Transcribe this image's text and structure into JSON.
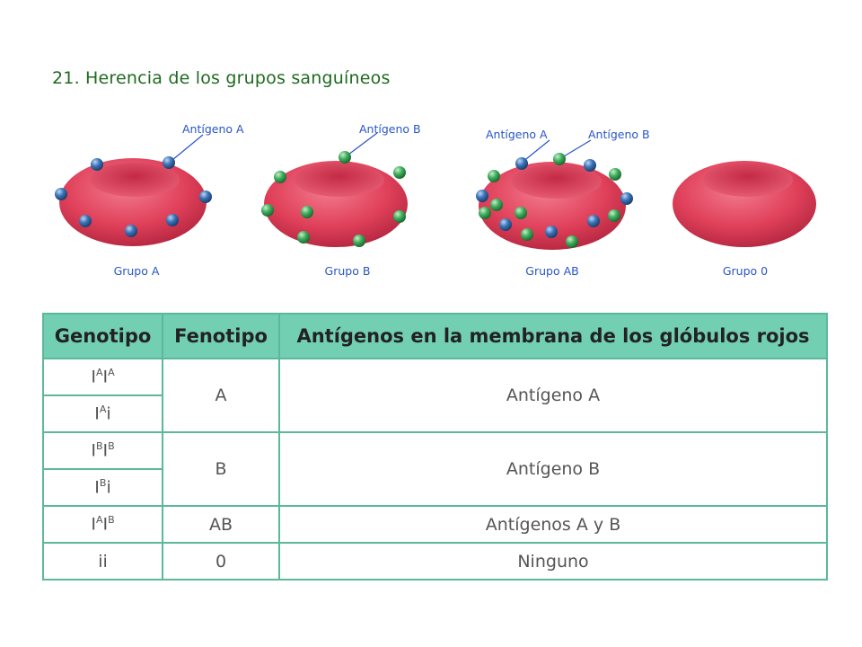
{
  "title": "21. Herencia de los grupos sanguíneos",
  "figure": {
    "antigen_labels": [
      "Antígeno  A",
      "Antígeno  B",
      "Antígeno  A",
      "Antígeno  B"
    ],
    "group_labels": [
      "Grupo A",
      "Grupo B",
      "Grupo AB",
      "Grupo 0"
    ],
    "colors": {
      "cell": "#e0405a",
      "antigen_a": "#3a74b8",
      "antigen_b": "#3fae5c",
      "label": "#2a55c8"
    }
  },
  "table": {
    "headers": [
      "Genotipo",
      "Fenotipo",
      "Antígenos en la membrana de los glóbulos rojos"
    ],
    "rows": [
      {
        "genotype_base": "I",
        "genotype_sup1": "A",
        "genotype_mid": "I",
        "genotype_sup2": "A",
        "genotype_tail": ""
      },
      {
        "genotype_base": "I",
        "genotype_sup1": "A",
        "genotype_mid": "i",
        "genotype_sup2": "",
        "genotype_tail": ""
      },
      {
        "genotype_base": "I",
        "genotype_sup1": "B",
        "genotype_mid": "I",
        "genotype_sup2": "B",
        "genotype_tail": ""
      },
      {
        "genotype_base": "I",
        "genotype_sup1": "B",
        "genotype_mid": "i",
        "genotype_sup2": "",
        "genotype_tail": ""
      },
      {
        "genotype_base": "I",
        "genotype_sup1": "A",
        "genotype_mid": "I",
        "genotype_sup2": "B",
        "genotype_tail": ""
      },
      {
        "genotype_base": "ii",
        "genotype_sup1": "",
        "genotype_mid": "",
        "genotype_sup2": "",
        "genotype_tail": ""
      }
    ],
    "phenotypes": [
      "A",
      "B",
      "AB",
      "0"
    ],
    "antigens": [
      "Antígeno A",
      "Antígeno B",
      "Antígenos A y B",
      "Ninguno"
    ]
  }
}
